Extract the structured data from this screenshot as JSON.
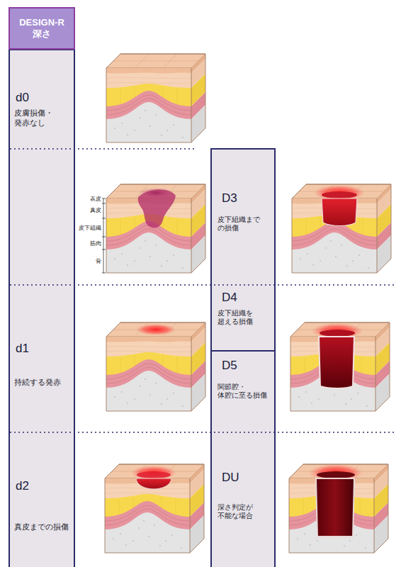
{
  "diagram": {
    "nodes": [
      {
        "text": [
          "DESIGN-R 深さ"
        ]
      },
      {
        "text": [
          "d0",
          "皮膚損傷・ 発赤なし"
        ]
      },
      {
        "text": [
          "D3",
          "皮下組織まで の損傷"
        ]
      },
      {
        "text": [
          "D4",
          "皮下組織を 超える損傷"
        ]
      },
      {
        "text": [
          "d1",
          "持続する発赤"
        ]
      },
      {
        "text": [
          "D5",
          "関節腔・ 体腔に至る損傷"
        ]
      },
      {
        "text": [
          "d2",
          "真皮までの損傷"
        ]
      },
      {
        "text": [
          "DU",
          "深さ判定が 不能な場合"
        ]
      }
    ],
    "labels": [
      "表皮",
      "真皮",
      "皮下組織",
      "筋肉",
      "骨"
    ]
  }
}
